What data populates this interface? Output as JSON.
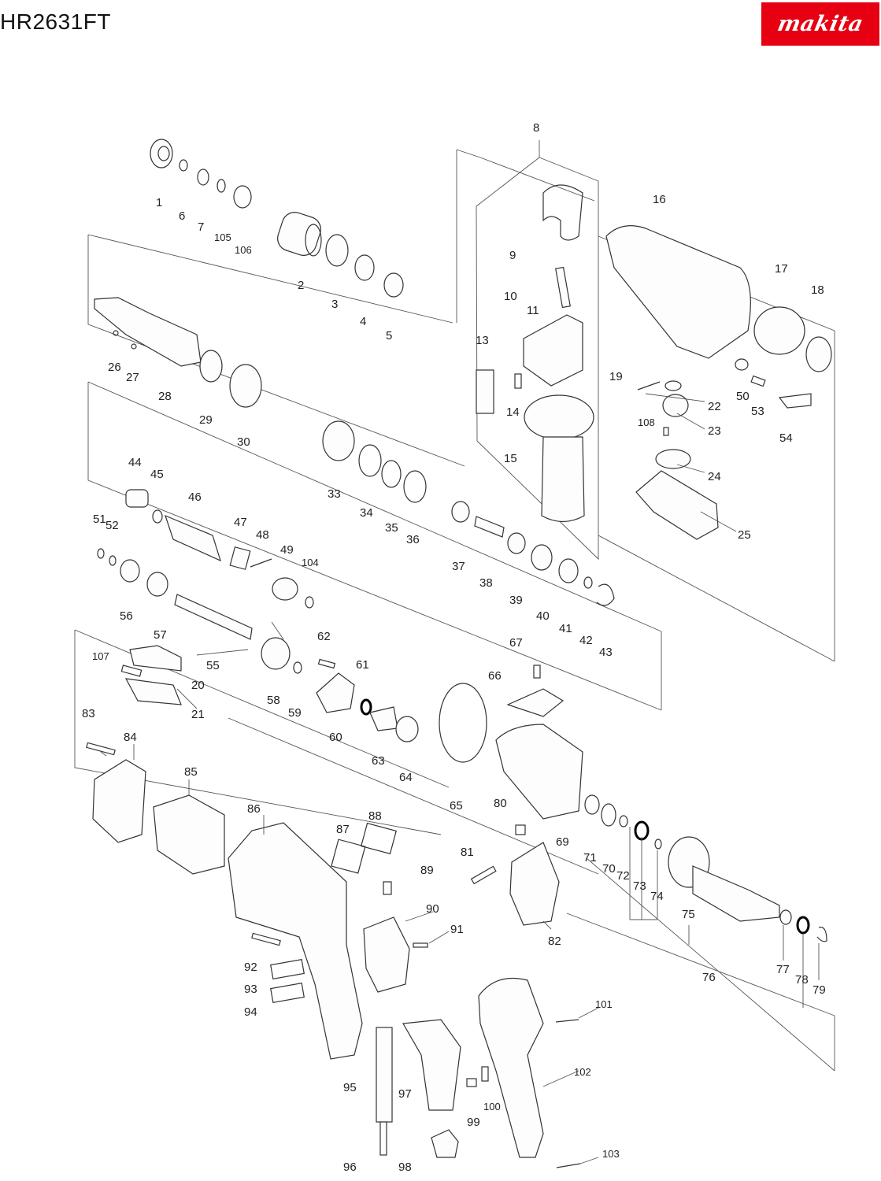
{
  "header": {
    "model": "HR2631FT",
    "brand": "makita",
    "brand_color": "#e60012"
  },
  "labels": [
    {
      "t": "1"
    },
    {
      "t": "6"
    },
    {
      "t": "7"
    },
    {
      "t": "105"
    },
    {
      "t": "106"
    },
    {
      "t": "2"
    },
    {
      "t": "3"
    },
    {
      "t": "4"
    },
    {
      "t": "5"
    },
    {
      "t": "8"
    },
    {
      "t": "9"
    },
    {
      "t": "10"
    },
    {
      "t": "11"
    },
    {
      "t": "13"
    },
    {
      "t": "14"
    },
    {
      "t": "15"
    },
    {
      "t": "16"
    },
    {
      "t": "17"
    },
    {
      "t": "18"
    },
    {
      "t": "19"
    },
    {
      "t": "22"
    },
    {
      "t": "50"
    },
    {
      "t": "53"
    },
    {
      "t": "54"
    },
    {
      "t": "108"
    },
    {
      "t": "23"
    },
    {
      "t": "24"
    },
    {
      "t": "25"
    },
    {
      "t": "26"
    },
    {
      "t": "27"
    },
    {
      "t": "28"
    },
    {
      "t": "29"
    },
    {
      "t": "30"
    },
    {
      "t": "33"
    },
    {
      "t": "34"
    },
    {
      "t": "35"
    },
    {
      "t": "36"
    },
    {
      "t": "44"
    },
    {
      "t": "45"
    },
    {
      "t": "46"
    },
    {
      "t": "51"
    },
    {
      "t": "52"
    },
    {
      "t": "47"
    },
    {
      "t": "48"
    },
    {
      "t": "49"
    },
    {
      "t": "104"
    },
    {
      "t": "56"
    },
    {
      "t": "57"
    },
    {
      "t": "55"
    },
    {
      "t": "37"
    },
    {
      "t": "38"
    },
    {
      "t": "39"
    },
    {
      "t": "40"
    },
    {
      "t": "41"
    },
    {
      "t": "42"
    },
    {
      "t": "43"
    },
    {
      "t": "107"
    },
    {
      "t": "20"
    },
    {
      "t": "21"
    },
    {
      "t": "62"
    },
    {
      "t": "61"
    },
    {
      "t": "58"
    },
    {
      "t": "59"
    },
    {
      "t": "60"
    },
    {
      "t": "63"
    },
    {
      "t": "64"
    },
    {
      "t": "67"
    },
    {
      "t": "66"
    },
    {
      "t": "65"
    },
    {
      "t": "83"
    },
    {
      "t": "84"
    },
    {
      "t": "85"
    },
    {
      "t": "86"
    },
    {
      "t": "87"
    },
    {
      "t": "88"
    },
    {
      "t": "80"
    },
    {
      "t": "69"
    },
    {
      "t": "71"
    },
    {
      "t": "70"
    },
    {
      "t": "72"
    },
    {
      "t": "73"
    },
    {
      "t": "74"
    },
    {
      "t": "75"
    },
    {
      "t": "81"
    },
    {
      "t": "82"
    },
    {
      "t": "89"
    },
    {
      "t": "90"
    },
    {
      "t": "91"
    },
    {
      "t": "92"
    },
    {
      "t": "93"
    },
    {
      "t": "94"
    },
    {
      "t": "76"
    },
    {
      "t": "77"
    },
    {
      "t": "78"
    },
    {
      "t": "79"
    },
    {
      "t": "101"
    },
    {
      "t": "102"
    },
    {
      "t": "95"
    },
    {
      "t": "97"
    },
    {
      "t": "99"
    },
    {
      "t": "100"
    },
    {
      "t": "96"
    },
    {
      "t": "98"
    },
    {
      "t": "103"
    }
  ]
}
